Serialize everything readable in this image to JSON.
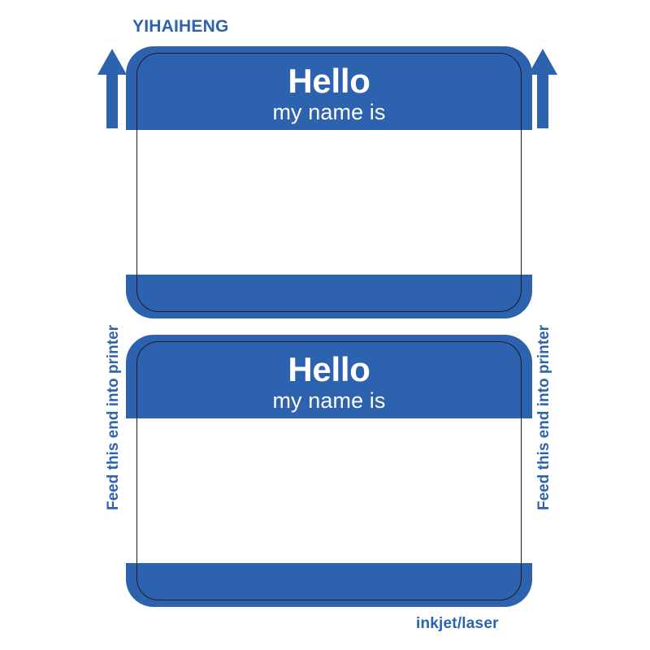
{
  "sheet": {
    "brand_name": "YIHAIHENG",
    "media_type": "inkjet/laser",
    "accent_color": "#2d62ae",
    "keyline_color": "#1c1c2b",
    "paper_color": "#ffffff"
  },
  "feed_indicators": [
    {
      "side": "left",
      "icon": "arrow-up-icon",
      "caption": "Feed this end into printer",
      "direction": "up"
    },
    {
      "side": "right",
      "icon": "arrow-up-icon",
      "caption": "Feed this end into printer",
      "direction": "up"
    }
  ],
  "badges": [
    {
      "index": 1,
      "hello": "Hello",
      "subtitle": "my name is",
      "write_area_label": ""
    },
    {
      "index": 2,
      "hello": "Hello",
      "subtitle": "my name is",
      "write_area_label": ""
    }
  ]
}
